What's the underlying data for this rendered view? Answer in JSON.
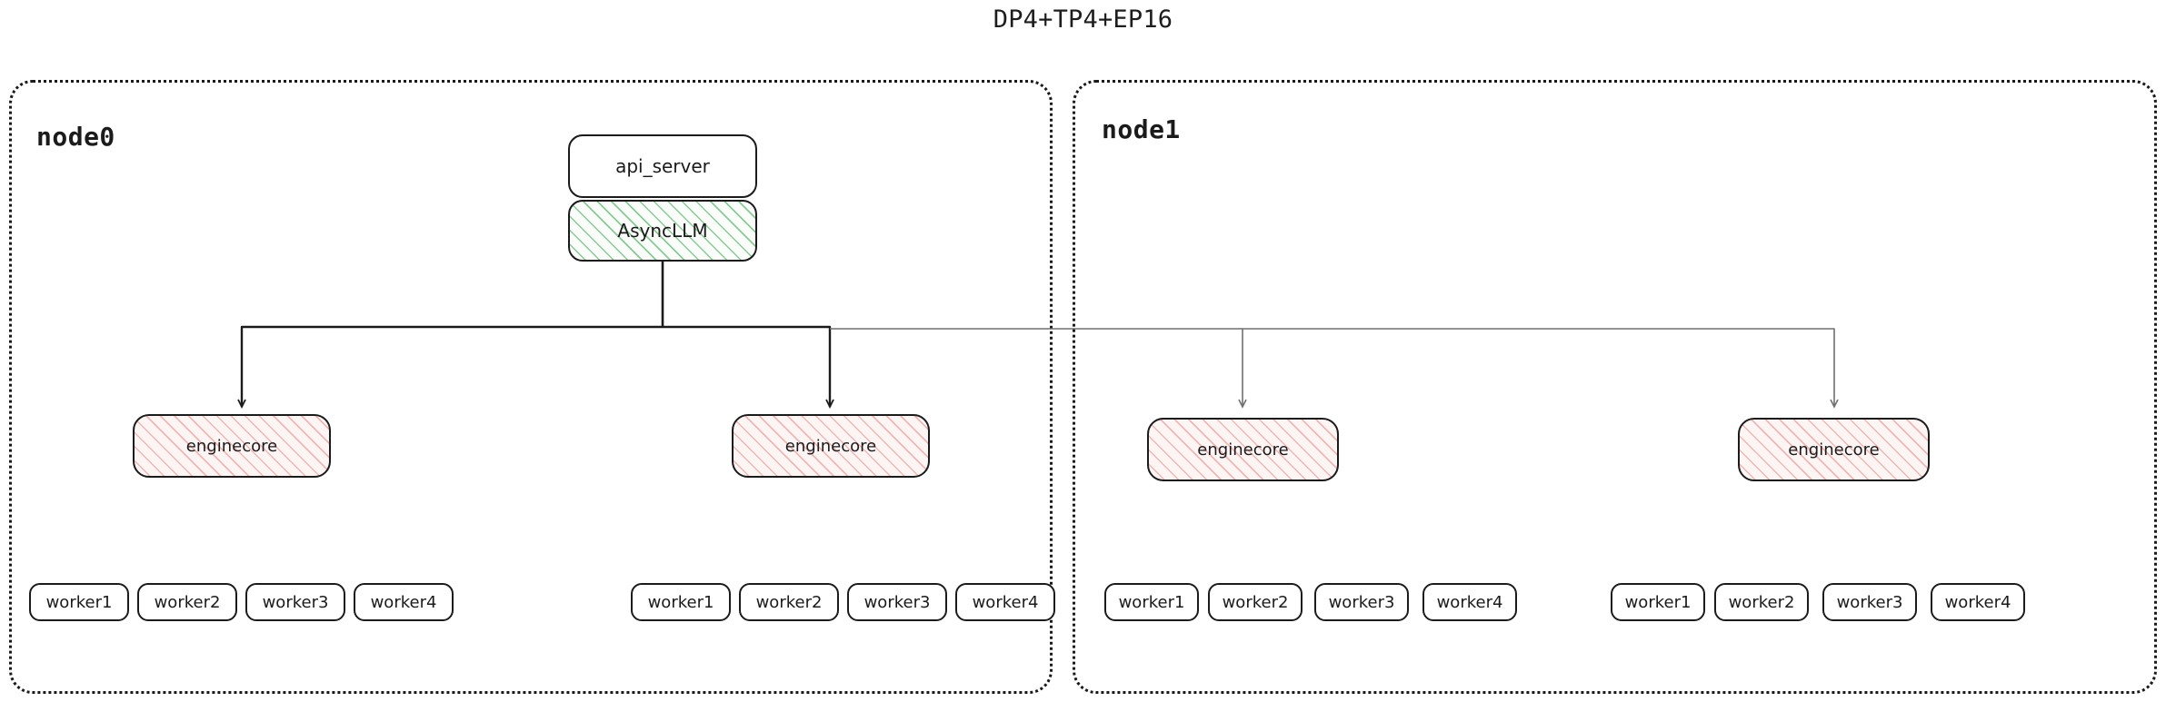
{
  "title": "DP4+TP4+EP16",
  "colors": {
    "border": "#1b1b1b",
    "node_border": "#1a1a1a",
    "asyncllm_hatch": "#2ea043",
    "enginecore_hatch": "#de6e6e",
    "wire_dark": "#1b1b1b",
    "wire_light": "#6f6f6f",
    "background": "#ffffff"
  },
  "nodes": [
    {
      "label": "node0"
    },
    {
      "label": "node1"
    }
  ],
  "components": {
    "api_server": "api_server",
    "async_llm": "AsyncLLM"
  },
  "enginecores": [
    {
      "label": "enginecore",
      "node": "node0",
      "index": 0
    },
    {
      "label": "enginecore",
      "node": "node0",
      "index": 1
    },
    {
      "label": "enginecore",
      "node": "node1",
      "index": 2
    },
    {
      "label": "enginecore",
      "node": "node1",
      "index": 3
    }
  ],
  "worker_groups": [
    {
      "node": "node0",
      "workers": [
        "worker1",
        "worker2",
        "worker3",
        "worker4"
      ]
    },
    {
      "node": "node0",
      "workers": [
        "worker1",
        "worker2",
        "worker3",
        "worker4"
      ]
    },
    {
      "node": "node1",
      "workers": [
        "worker1",
        "worker2",
        "worker3",
        "worker4"
      ]
    },
    {
      "node": "node1",
      "workers": [
        "worker1",
        "worker2",
        "worker3",
        "worker4"
      ]
    }
  ]
}
